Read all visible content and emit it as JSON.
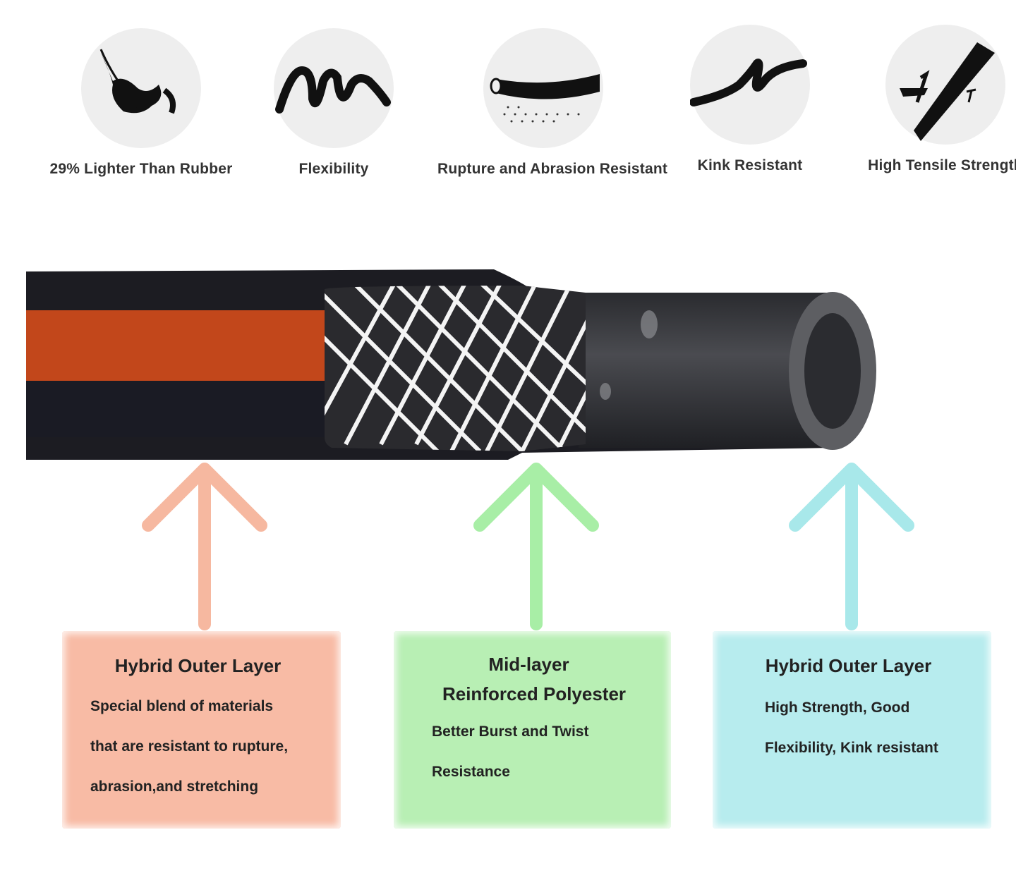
{
  "features": [
    {
      "icon": "feather-icon",
      "label": "29% Lighter Than Rubber"
    },
    {
      "icon": "wavy-hose-icon",
      "label": "Flexibility"
    },
    {
      "icon": "hose-abrasion-icon",
      "label": "Rupture and Abrasion Resistant"
    },
    {
      "icon": "kinked-hose-icon",
      "label": "Kink Resistant"
    },
    {
      "icon": "tensile-strength-icon",
      "label": "High Tensile Strength"
    }
  ],
  "layers": [
    {
      "title": "Hybrid Outer Layer",
      "lines": [
        "Special blend of materials",
        "that are resistant to rupture,",
        "abrasion,and stretching"
      ],
      "color": "#f8bba5",
      "arrow_color": "#f6b8a0"
    },
    {
      "title_lines": [
        "Mid-layer",
        "Reinforced Polyester"
      ],
      "lines": [
        "Better Burst and Twist",
        "Resistance"
      ],
      "color": "#b8efb4",
      "arrow_color": "#a8eea6"
    },
    {
      "title": "Hybrid Outer Layer",
      "lines": [
        "High Strength, Good",
        "Flexibility, Kink resistant"
      ],
      "color": "#b7ecee",
      "arrow_color": "#a8e8ea"
    }
  ],
  "colors": {
    "hose_dark": "#1c1c22",
    "hose_orange": "#c2471b",
    "hose_grey": "#3a3b3f"
  }
}
